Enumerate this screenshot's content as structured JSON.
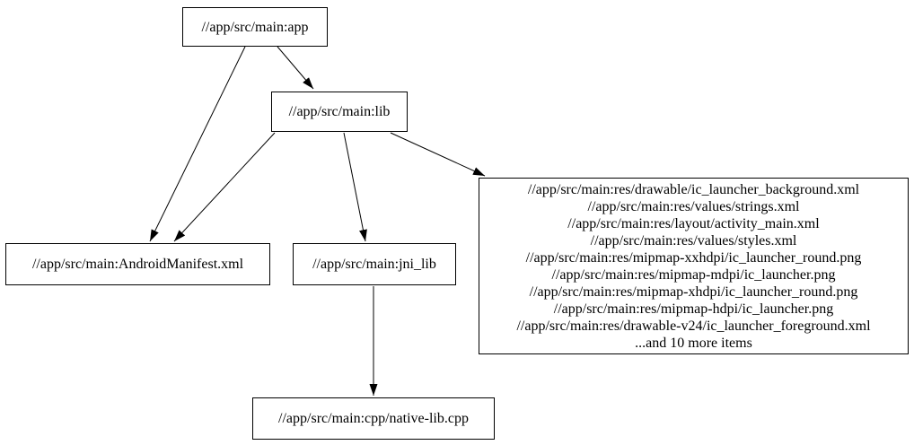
{
  "diagram": {
    "background_color": "#ffffff",
    "node_border_color": "#000000",
    "edge_color": "#000000",
    "nodes": {
      "app": {
        "label": "//app/src/main:app"
      },
      "lib": {
        "label": "//app/src/main:lib"
      },
      "manifest": {
        "label": "//app/src/main:AndroidManifest.xml"
      },
      "jni_lib": {
        "label": "//app/src/main:jni_lib"
      },
      "res_group": {
        "lines": [
          "//app/src/main:res/drawable/ic_launcher_background.xml",
          "//app/src/main:res/values/strings.xml",
          "//app/src/main:res/layout/activity_main.xml",
          "//app/src/main:res/values/styles.xml",
          "//app/src/main:res/mipmap-xxhdpi/ic_launcher_round.png",
          "//app/src/main:res/mipmap-mdpi/ic_launcher.png",
          "//app/src/main:res/mipmap-xhdpi/ic_launcher_round.png",
          "//app/src/main:res/mipmap-hdpi/ic_launcher.png",
          "//app/src/main:res/drawable-v24/ic_launcher_foreground.xml",
          "...and 10 more items"
        ]
      },
      "native_lib": {
        "label": "//app/src/main:cpp/native-lib.cpp"
      }
    },
    "edges": [
      {
        "from": "//app/src/main:app",
        "to": "//app/src/main:lib"
      },
      {
        "from": "//app/src/main:app",
        "to": "//app/src/main:AndroidManifest.xml"
      },
      {
        "from": "//app/src/main:lib",
        "to": "//app/src/main:AndroidManifest.xml"
      },
      {
        "from": "//app/src/main:lib",
        "to": "//app/src/main:jni_lib"
      },
      {
        "from": "//app/src/main:lib",
        "to": "res_group"
      },
      {
        "from": "//app/src/main:jni_lib",
        "to": "//app/src/main:cpp/native-lib.cpp"
      }
    ]
  }
}
